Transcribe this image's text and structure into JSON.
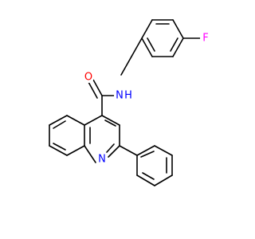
{
  "molecule": {
    "atoms": {
      "fluorine": {
        "symbol": "F",
        "color": "#ff00ff"
      },
      "amide_oxygen": {
        "symbol": "O",
        "color": "#ff0000"
      },
      "amide_nitrogen": {
        "symbol": "N",
        "color": "#0000ff"
      },
      "amide_hydrogen": {
        "symbol": "H",
        "color": "#0000ff"
      },
      "ring_nitrogen": {
        "symbol": "N",
        "color": "#0000ff"
      }
    }
  }
}
